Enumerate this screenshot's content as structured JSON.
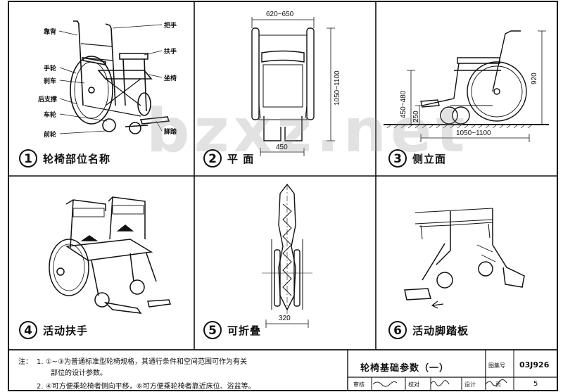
{
  "panels": [
    {
      "num": "1",
      "title": "轮椅部位名称"
    },
    {
      "num": "2",
      "title": "平 面"
    },
    {
      "num": "3",
      "title": "侧立面"
    },
    {
      "num": "4",
      "title": "活动扶手"
    },
    {
      "num": "5",
      "title": "可折叠"
    },
    {
      "num": "6",
      "title": "活动脚踏板"
    }
  ],
  "part_labels": {
    "backrest": "靠背",
    "push_handle": "把手",
    "armrest": "扶手",
    "hand_rim": "手轮",
    "brake": "刹车",
    "seat": "坐椅",
    "rear_support": "后支撑",
    "wheel": "车轮",
    "front_wheel": "前轮",
    "footrest": "脚踏"
  },
  "dimensions": {
    "plan_width": "620~650",
    "plan_length": "1050~1100",
    "plan_front": "450",
    "side_height": "920",
    "side_seat": "450~480",
    "side_foot": "250",
    "side_length": "1050~1100",
    "fold_width": "320"
  },
  "watermark": "bzxz.net",
  "notes": {
    "prefix": "注：",
    "line1": "1. ①~③为普通标准型轮椅规格，其通行条件和空间范围可作为有关",
    "line1b": "部位的设计参数。",
    "line2": "2. ④可方便乘轮椅者侧向平移，⑥可方便乘轮椅者靠近床位、浴盆等。"
  },
  "title_block": {
    "drawing_title": "轮椅基础参数（一）",
    "atlas_label": "图集号",
    "atlas_number": "03J926",
    "review_label": "审核",
    "check_label": "校对",
    "design_label": "设计",
    "page_label": "页",
    "page_number": "5"
  }
}
